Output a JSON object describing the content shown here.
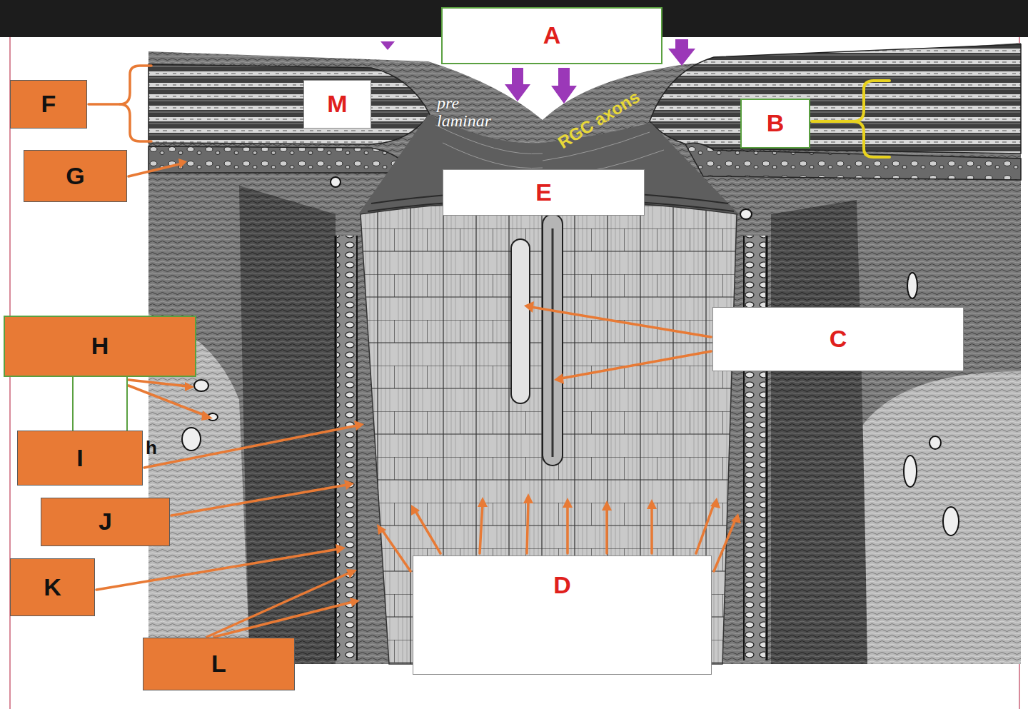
{
  "diagram": {
    "nodes": [
      {
        "text": [
          "A"
        ]
      },
      {
        "text": [
          "F"
        ]
      },
      {
        "text": [
          "M"
        ]
      },
      {
        "text": [
          "B"
        ]
      },
      {
        "text": [
          "G"
        ]
      },
      {
        "text": [
          "E"
        ]
      },
      {
        "text": [
          "C"
        ]
      },
      {
        "text": [
          "H"
        ]
      },
      {
        "text": [
          "I"
        ]
      },
      {
        "text": [
          "J"
        ]
      },
      {
        "text": [
          "K"
        ]
      },
      {
        "text": [
          "D"
        ]
      },
      {
        "text": [
          "L"
        ]
      }
    ],
    "labels": [
      "pre laminar",
      "RGC axons",
      "h"
    ]
  }
}
